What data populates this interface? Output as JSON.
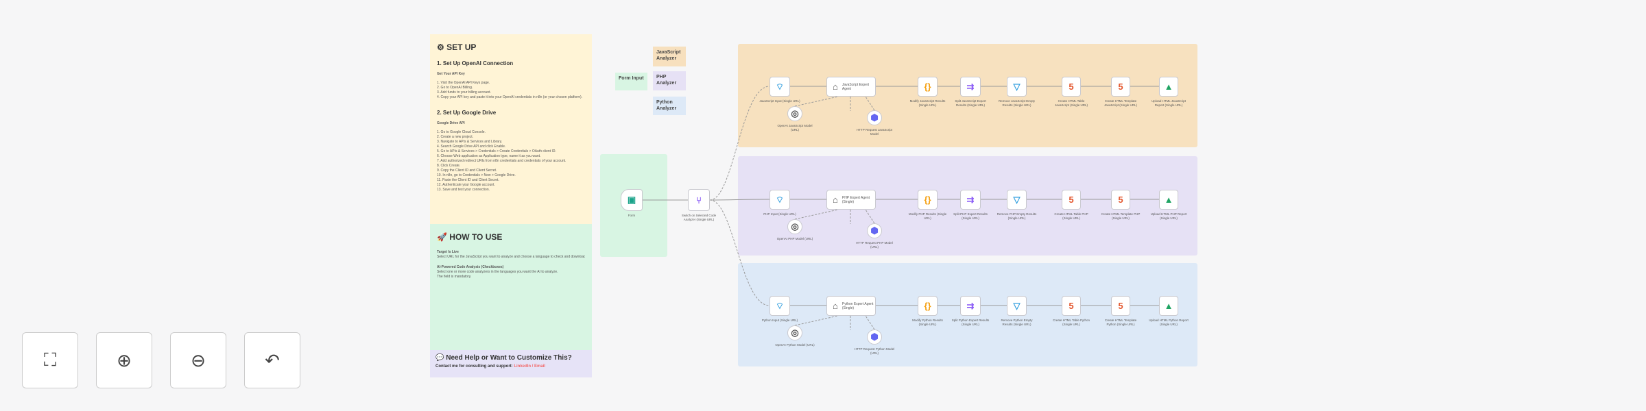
{
  "notes": {
    "setup": {
      "title": "SET UP",
      "openai_heading": "1. Set Up OpenAI Connection",
      "openai_sub": "Get Your API Key",
      "openai_steps": [
        "1. Visit the OpenAI API Keys page.",
        "2. Go to OpenAI Billing.",
        "3. Add funds to your billing account.",
        "4. Copy your API key and paste it into your OpenAI credentials in n8n (or your chosen platform)."
      ],
      "drive_heading": "2. Set Up Google Drive",
      "drive_sub": "Google Drive API",
      "drive_steps": [
        "1. Go to Google Cloud Console.",
        "2. Create a new project.",
        "3. Navigate to APIs & Services and Library.",
        "4. Search Google Drive API and click Enable.",
        "5. Go to APIs & Services > Credentials > Create Credentials > OAuth client ID.",
        "6. Choose Web application as Application type, name it as you want.",
        "7. Add authorized redirect URIs from n8n credentials and credentials of your account.",
        "8. Click Create.",
        "9. Copy the Client ID and Client Secret.",
        "10. In n8n, go to Credentials > New > Google Drive.",
        "11. Paste the Client ID and Client Secret.",
        "12. Authenticate your Google account.",
        "13. Save and test your connection."
      ]
    },
    "how_to_use": {
      "title": "HOW TO USE",
      "s1_heading": "Target Is Live",
      "s1_text": "Select URL for the JavaScript you want to analyze and choose a language to check and download the analysis report file.",
      "s2_heading": "AI-Powered Code Analysis (Checkboxes)",
      "s2_text": "Select one or more code analyzers in the languages you want the AI to analyze.",
      "s2_text2": "The field is mandatory."
    },
    "help": {
      "title": "Need Help or Want to Customize This?",
      "text": "Contact me for consulting and support:",
      "link1": "LinkedIn",
      "sep": " / ",
      "link2": "Email"
    },
    "labels": {
      "js": "JavaScript Analyzer",
      "php": "PHP Analyzer",
      "python": "Python Analyzer",
      "form": "Form Input"
    }
  },
  "trigger_nodes": [
    {
      "label": "Form",
      "icon": "form-icon",
      "color": "#1aa38a"
    },
    {
      "label": "Switch on Selected Code Analyzer (Single URL)",
      "icon": "switch-icon",
      "color": "#8b5cf6"
    }
  ],
  "rows": [
    {
      "lang": "JavaScript",
      "color": "#f7e1bf",
      "nodes": [
        "JavaScript Input (Single URL)",
        "JavaScript Expert Agent",
        "Modify JavaScript Results (Single URL)",
        "Split JavaScript Expert Results (Single URL)",
        "Remove JavaScript Empty Results (Single URL)",
        "Create HTML Table JavaScript (Single URL)",
        "Create HTML Template JavaScript (Single URL)",
        "Upload HTML JavaScript Report (Single URL)"
      ],
      "subs": [
        "OpenAI JavaScript Model (URL)",
        "HTTP Request JavaScript Model"
      ]
    },
    {
      "lang": "PHP",
      "color": "#e6e1f5",
      "nodes": [
        "PHP Input (Single URL)",
        "PHP Expert Agent (Single)",
        "Modify PHP Results (Single URL)",
        "Split PHP Expert Results (Single URL)",
        "Remove PHP Empty Results (Single URL)",
        "Create HTML Table PHP (Single URL)",
        "Create HTML Template PHP (Single URL)",
        "Upload HTML PHP Report (Single URL)"
      ],
      "subs": [
        "OpenAI PHP Model (URL)",
        "HTTP Request PHP Model (URL)"
      ]
    },
    {
      "lang": "Python",
      "color": "#dde9f7",
      "nodes": [
        "Python Input (Single URL)",
        "Python Expert Agent (Single)",
        "Modify Python Results (Single URL)",
        "Split Python Expert Results (Single URL)",
        "Remove Python Empty Results (Single URL)",
        "Create HTML Table Python (Single URL)",
        "Create HTML Template Python (Single URL)",
        "Upload HTML Python Report (Single URL)"
      ],
      "subs": [
        "OpenAI Python Model (URL)",
        "HTTP Request Python Model (URL)"
      ]
    }
  ],
  "node_icons": [
    {
      "name": "webhook-icon",
      "glyph": "⌔",
      "color": "#3ba3e0"
    },
    {
      "name": "agent-icon",
      "glyph": "⌂",
      "color": "#555"
    },
    {
      "name": "code-icon",
      "glyph": "{}",
      "color": "#f59e0b"
    },
    {
      "name": "split-icon",
      "glyph": "⇉",
      "color": "#8b5cf6"
    },
    {
      "name": "filter-icon",
      "glyph": "▽",
      "color": "#3ba3e0"
    },
    {
      "name": "html-icon",
      "glyph": "5",
      "color": "#e4572e"
    },
    {
      "name": "html-icon",
      "glyph": "5",
      "color": "#e4572e"
    },
    {
      "name": "google-drive-icon",
      "glyph": "▲",
      "color": "#1fa463"
    }
  ],
  "controls": [
    {
      "name": "fit-view-button",
      "icon": "fullscreen-icon",
      "glyph": "⛶"
    },
    {
      "name": "zoom-in-button",
      "icon": "zoom-in-icon",
      "glyph": "⊕"
    },
    {
      "name": "zoom-out-button",
      "icon": "zoom-out-icon",
      "glyph": "⊖"
    },
    {
      "name": "undo-button",
      "icon": "undo-icon",
      "glyph": "↶"
    }
  ]
}
